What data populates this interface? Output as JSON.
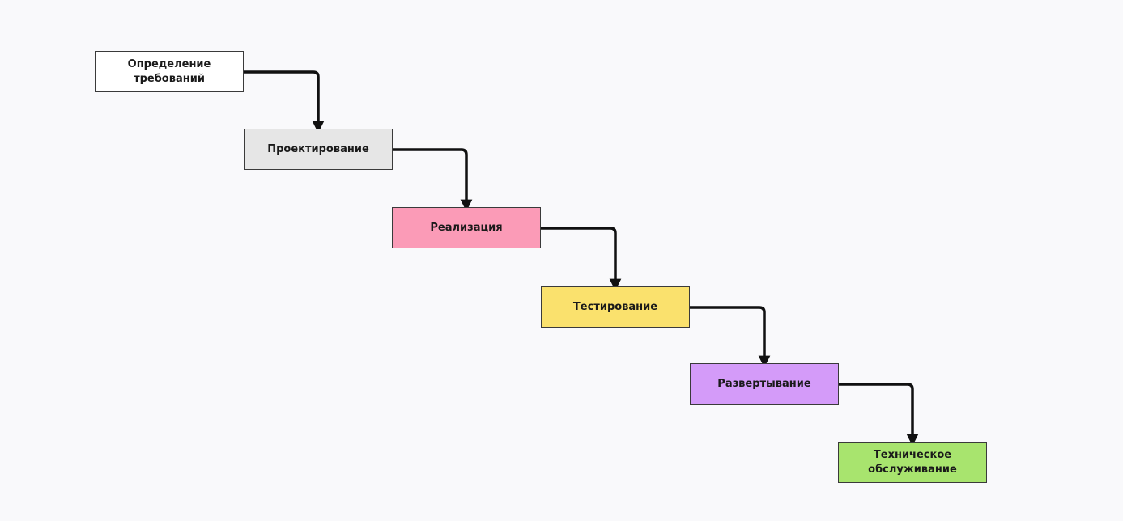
{
  "stages": [
    {
      "label": "Определение\nтребований",
      "color": "#ffffff"
    },
    {
      "label": "Проектирование",
      "color": "#e6e6e6"
    },
    {
      "label": "Реализация",
      "color": "#fb9bb7"
    },
    {
      "label": "Тестирование",
      "color": "#fae16d"
    },
    {
      "label": "Развертывание",
      "color": "#d49bf9"
    },
    {
      "label": "Техническое\nобслуживание",
      "color": "#a8e46e"
    }
  ],
  "connector_color": "#111111"
}
